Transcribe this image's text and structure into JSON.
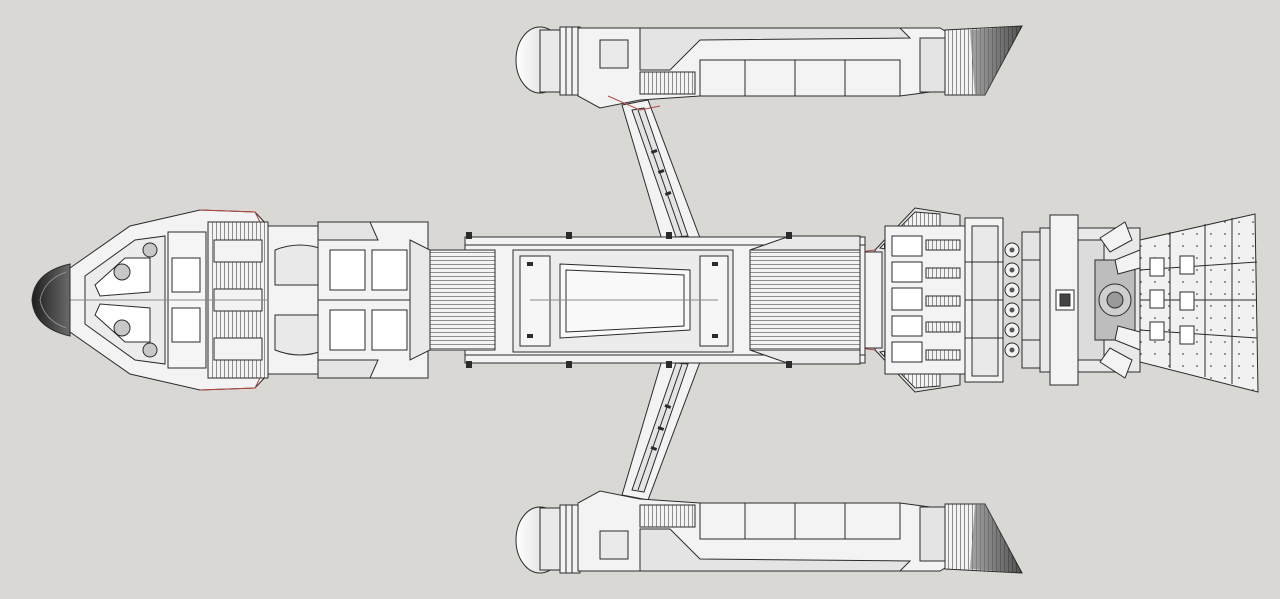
{
  "scene": {
    "subject": "",
    "background": "#d9d8d4"
  },
  "colors": {
    "hull": "#f3f3f3",
    "hull_shade": "#e4e4e4",
    "panel_dark": "#bdbdbd",
    "line": "#2b2b2b",
    "accent_red": "#b2473f",
    "nose_dark": "#3a3a3a"
  },
  "parts": [
    {
      "name": "nose-cone",
      "label": ""
    },
    {
      "name": "cockpit-section",
      "label": ""
    },
    {
      "name": "forward-fuselage",
      "label": ""
    },
    {
      "name": "central-spine",
      "label": ""
    },
    {
      "name": "cargo-pod-panel",
      "label": ""
    },
    {
      "name": "aft-module",
      "label": ""
    },
    {
      "name": "engine-cluster",
      "label": ""
    },
    {
      "name": "main-thruster-bell",
      "label": ""
    },
    {
      "name": "upper-nacelle",
      "label": ""
    },
    {
      "name": "lower-nacelle",
      "label": ""
    },
    {
      "name": "upper-pylon",
      "label": ""
    },
    {
      "name": "lower-pylon",
      "label": ""
    }
  ]
}
